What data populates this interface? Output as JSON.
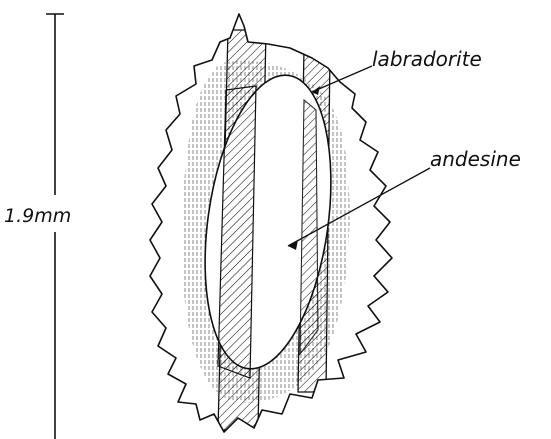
{
  "diagram": {
    "scale_label": "1.9mm",
    "labels": {
      "labradorite": "labradorite",
      "andesine": "andesine"
    }
  },
  "colors": {
    "ink": "#111111",
    "background": "#ffffff"
  }
}
